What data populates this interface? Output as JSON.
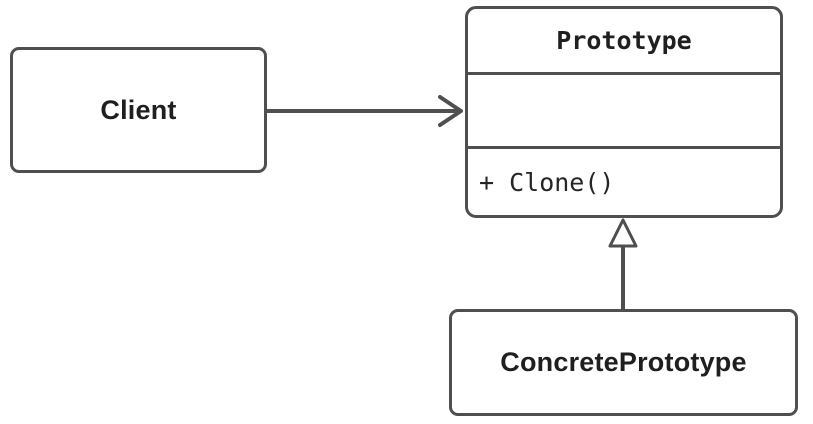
{
  "diagram": {
    "kind": "uml-class-diagram",
    "nodes": {
      "client": {
        "label": "Client"
      },
      "prototype": {
        "title": "Prototype",
        "attributes_text": "",
        "method": "+ Clone()"
      },
      "concrete_prototype": {
        "label": "ConcretePrototype"
      }
    },
    "edges": {
      "association": {
        "from": "Client",
        "to": "Prototype",
        "head": "open-arrow"
      },
      "inheritance": {
        "from": "ConcretePrototype",
        "to": "Prototype",
        "head": "hollow-triangle"
      }
    },
    "colors": {
      "stroke": "#4f4f4f",
      "text": "#1f1f1f",
      "background": "#ffffff",
      "node_fill": "#ffffff"
    }
  }
}
